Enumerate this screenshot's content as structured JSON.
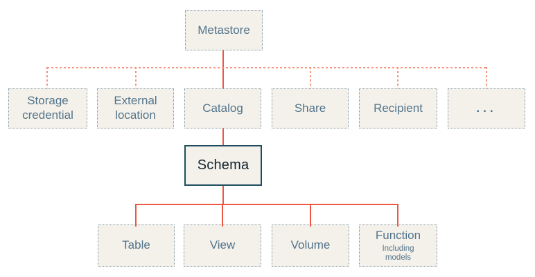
{
  "diagram": {
    "nodes": {
      "metastore": {
        "label": "Metastore"
      },
      "level2": [
        {
          "label": "Storage credential"
        },
        {
          "label": "External location"
        },
        {
          "label": "Catalog"
        },
        {
          "label": "Share"
        },
        {
          "label": "Recipient"
        },
        {
          "label": "..."
        }
      ],
      "schema": {
        "label": "Schema"
      },
      "level4": [
        {
          "label": "Table"
        },
        {
          "label": "View"
        },
        {
          "label": "Volume"
        },
        {
          "label": "Function",
          "sublabel": "Including models"
        }
      ]
    },
    "colors": {
      "canvas_bg": "#ffffff",
      "node_bg": "#f4f1eb",
      "node_border": "#7d95a3",
      "node_text": "#53748a",
      "schema_border": "#1d4d5e",
      "schema_text": "#13242e",
      "solid_connector": "#ee5741",
      "dashed_connector": "#f5937d"
    }
  }
}
